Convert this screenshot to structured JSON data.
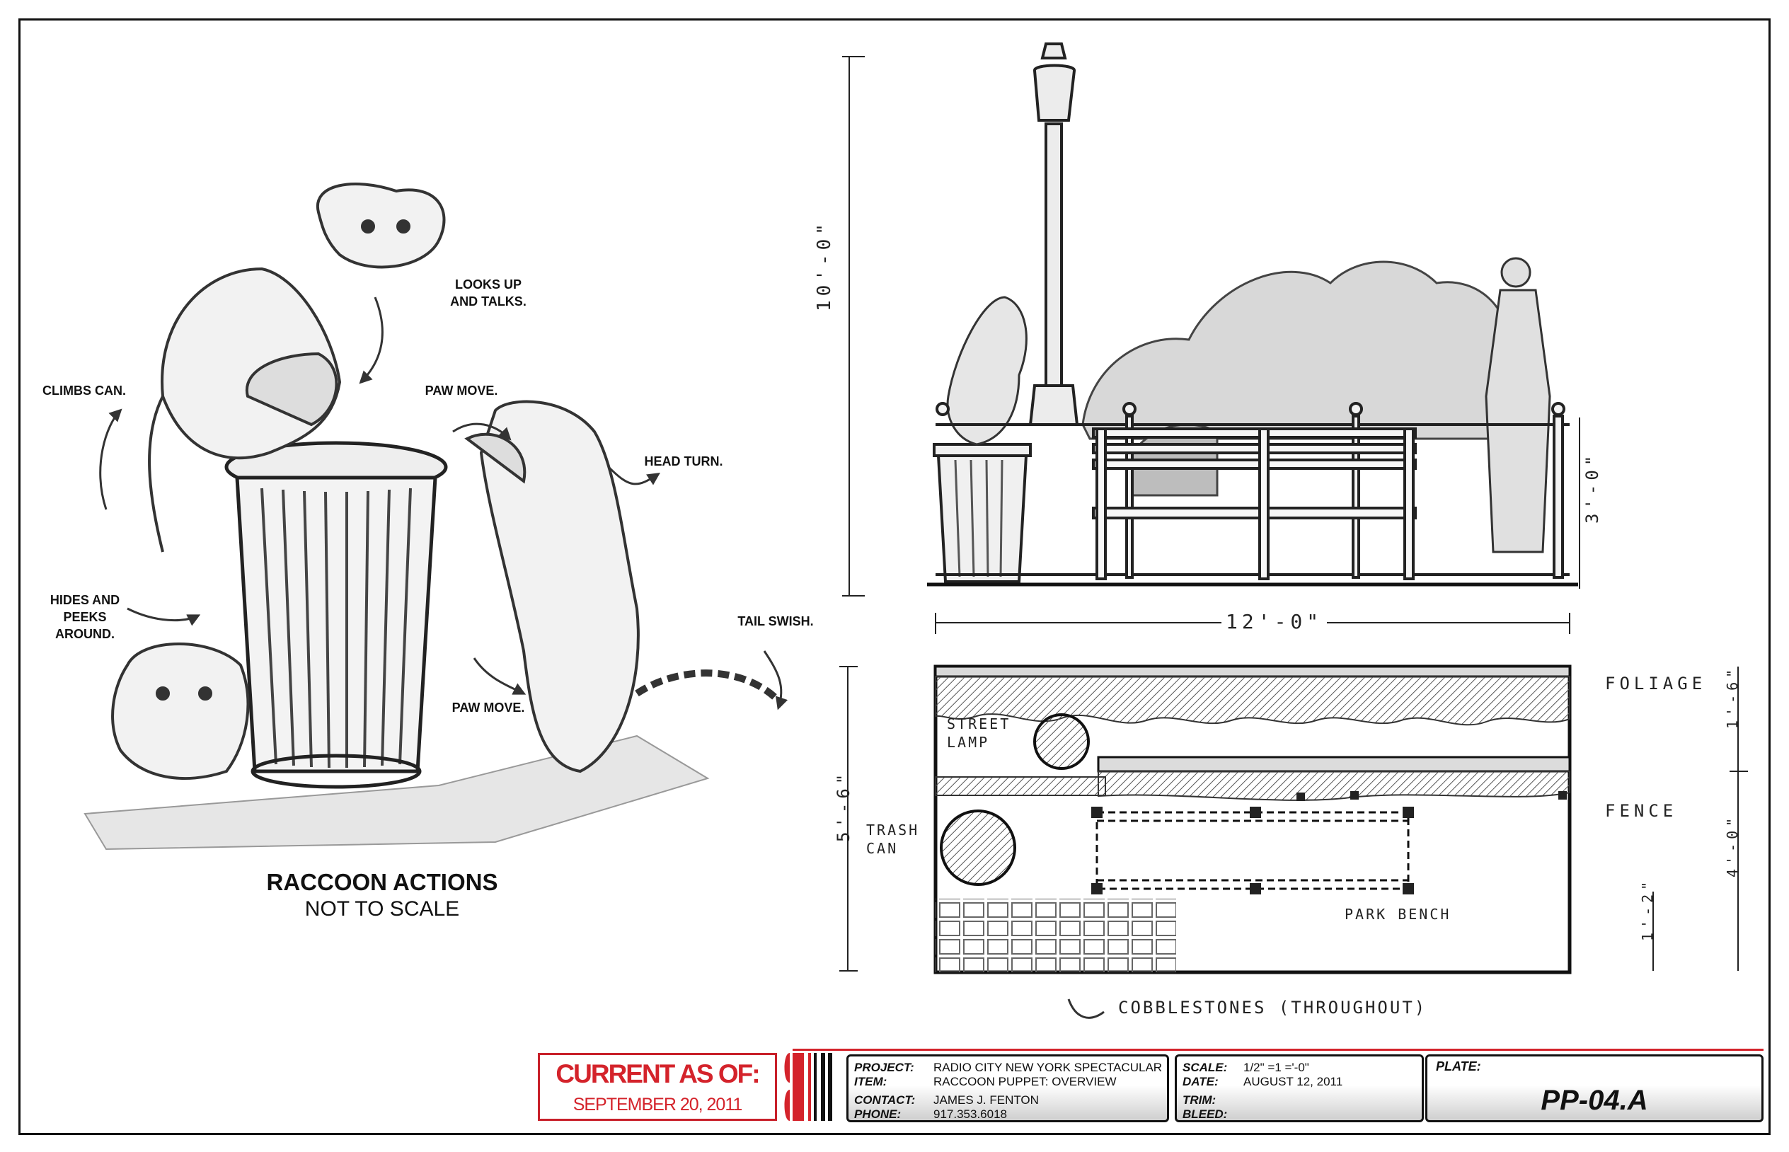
{
  "labels": {
    "looks_up": "LOOKS UP\nAND TALKS.",
    "climbs_can": "CLIMBS CAN.",
    "paw_move_1": "PAW MOVE.",
    "head_turn": "HEAD TURN.",
    "hides_peeks": "HIDES AND\nPEEKS\nAROUND.",
    "tail_swish": "TAIL SWISH.",
    "paw_move_2": "PAW MOVE."
  },
  "title": {
    "main": "RACCOON ACTIONS",
    "sub": "NOT TO SCALE"
  },
  "dimensions": {
    "height_total": "10'-0\"",
    "fence_height": "3'-0\"",
    "width": "12'-0\"",
    "plan_depth": "5'-6\"",
    "foliage_depth": "1'-6\"",
    "fence_depth": "4'-0\"",
    "cobble_depth": "1'-2\""
  },
  "notes": {
    "street_lamp": "STREET\nLAMP",
    "trash_can": "TRASH\nCAN",
    "foliage": "FOLIAGE",
    "fence": "FENCE",
    "park_bench": "PARK BENCH",
    "cobblestones": "COBBLESTONES (THROUGHOUT)"
  },
  "current": {
    "line1": "CURRENT AS OF:",
    "line2": "SEPTEMBER 20, 2011"
  },
  "titleblock": {
    "project_label": "PROJECT:",
    "project_value": "RADIO CITY NEW YORK SPECTACULAR",
    "item_label": "ITEM:",
    "item_value": "RACCOON PUPPET: OVERVIEW",
    "contact_label": "CONTACT:",
    "contact_value": "JAMES J. FENTON",
    "phone_label": "PHONE:",
    "phone_value": "917.353.6018",
    "scale_label": "SCALE:",
    "scale_value": "1/2\" =1 ='-0\"",
    "date_label": "DATE:",
    "date_value": "AUGUST 12, 2011",
    "trim_label": "TRIM:",
    "trim_value": "",
    "bleed_label": "BLEED:",
    "bleed_value": "",
    "plate_label": "PLATE:",
    "plate_value": "PP-04.A"
  },
  "colors": {
    "accent_red": "#d4232b",
    "ink": "#111111"
  }
}
